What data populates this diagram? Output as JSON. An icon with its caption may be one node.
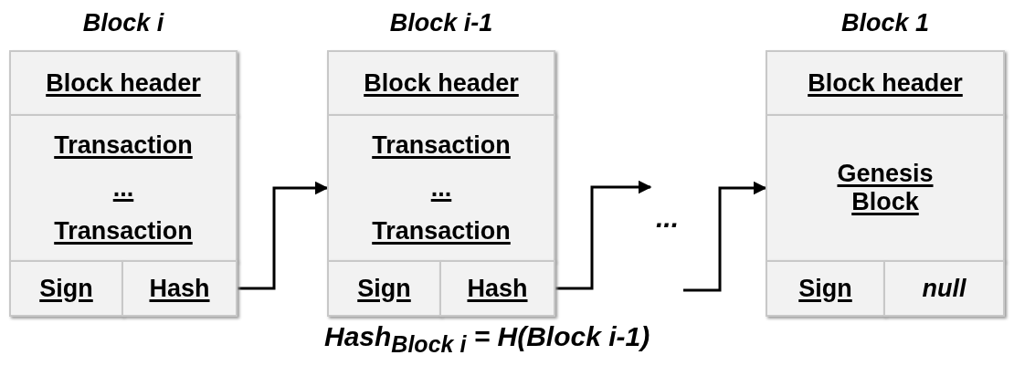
{
  "diagram": {
    "nodes": [
      {
        "text": [
          "Block i"
        ]
      },
      {
        "text": [
          "Block header"
        ],
        "in": 0
      },
      {
        "text": [
          "Transaction",
          "...",
          "Transaction"
        ],
        "in": 0
      },
      {
        "text": [
          "Sign"
        ],
        "in": 0
      },
      {
        "text": [
          "Hash"
        ],
        "in": 0
      },
      {
        "text": [
          "Block i-1"
        ]
      },
      {
        "text": [
          "Block header"
        ],
        "in": 5
      },
      {
        "text": [
          "Transaction",
          "...",
          "Transaction"
        ],
        "in": 5
      },
      {
        "text": [
          "Sign"
        ],
        "in": 5
      },
      {
        "text": [
          "Hash"
        ],
        "in": 5
      },
      {
        "text": [
          "..."
        ]
      },
      {
        "text": [
          "Block 1"
        ]
      },
      {
        "text": [
          "Block header"
        ],
        "in": 11
      },
      {
        "text": [
          "Genesis Block"
        ],
        "in": 11
      },
      {
        "text": [
          "Sign"
        ],
        "in": 11
      },
      {
        "text": [
          "null"
        ],
        "in": 11
      }
    ],
    "edges": [
      {
        "from": 4,
        "to": 7,
        "arrow": "to"
      },
      {
        "from": 9,
        "to": 10,
        "arrow": "to"
      },
      {
        "from": 10,
        "to": 13,
        "arrow": "to"
      }
    ],
    "labels": [
      "Hash$_{Block i}$ = H(Block i-1)"
    ]
  }
}
